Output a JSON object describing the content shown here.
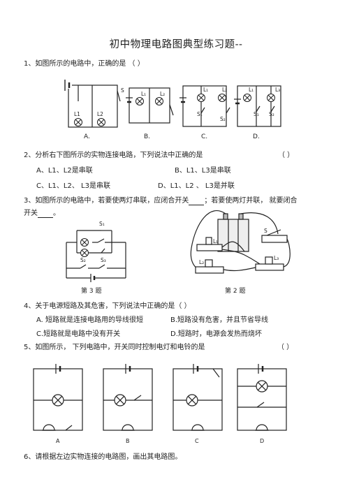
{
  "title": "初中物理电路图典型练习题--",
  "q1": {
    "text": "1、如图所示的电路中，正确的是   （   ）",
    "labels": {
      "s": "S",
      "l1": "L1",
      "l2": "L2",
      "l1b": "L₁",
      "l2b": "L₂",
      "s1": "S₁",
      "s2": "S₂",
      "l3": "L₃",
      "a": "A.",
      "b": "B.",
      "c": "C.",
      "d": "D."
    }
  },
  "q2": {
    "text": "2、分析右下图所示的实物连接电路，下列说法中正确的是",
    "paren": "（    ）",
    "opt_a": "A、L1、L2是串联",
    "opt_b": "B、L1、L3是串联",
    "opt_c": "C、L1、L2、 L3是串联",
    "opt_d": "D、L1、L2 、 L3是并联"
  },
  "q3": {
    "text_a": "3、如图所示的电路中，若要使两灯串联，应闭合开关",
    "text_b": "；若要使两灯并联，  就要闭合",
    "text_c": "开关",
    "text_d": "。",
    "fig3_caption": "第 3 题",
    "fig2_caption": "第 2 题",
    "labels": {
      "s1": "S₁",
      "s2": "S₂",
      "s3": "S₃",
      "l1": "L₁",
      "l2": "L₂",
      "l3": "L₃",
      "s": "S"
    }
  },
  "q4": {
    "text": "4、关于电源短路及其危害，下列说法中正确的是（   ）",
    "opt_a": "A. 短路就是连接电路用的导线很短",
    "opt_b": "B.短路没有危害，并且节省导线",
    "opt_c": "C.短路就是电路中没有开关",
    "opt_d": "D.短路时，电源会发热而烧坏"
  },
  "q5": {
    "text": "5、如图所示，   下列电路中，开关同时控制电灯和电铃的是",
    "paren": "（ ）",
    "labels": {
      "a": "A",
      "b": "B",
      "c": "C",
      "d": "D"
    }
  },
  "q6": {
    "text": "6、请根据左边实物连接的电路图，画出其电路图。"
  }
}
